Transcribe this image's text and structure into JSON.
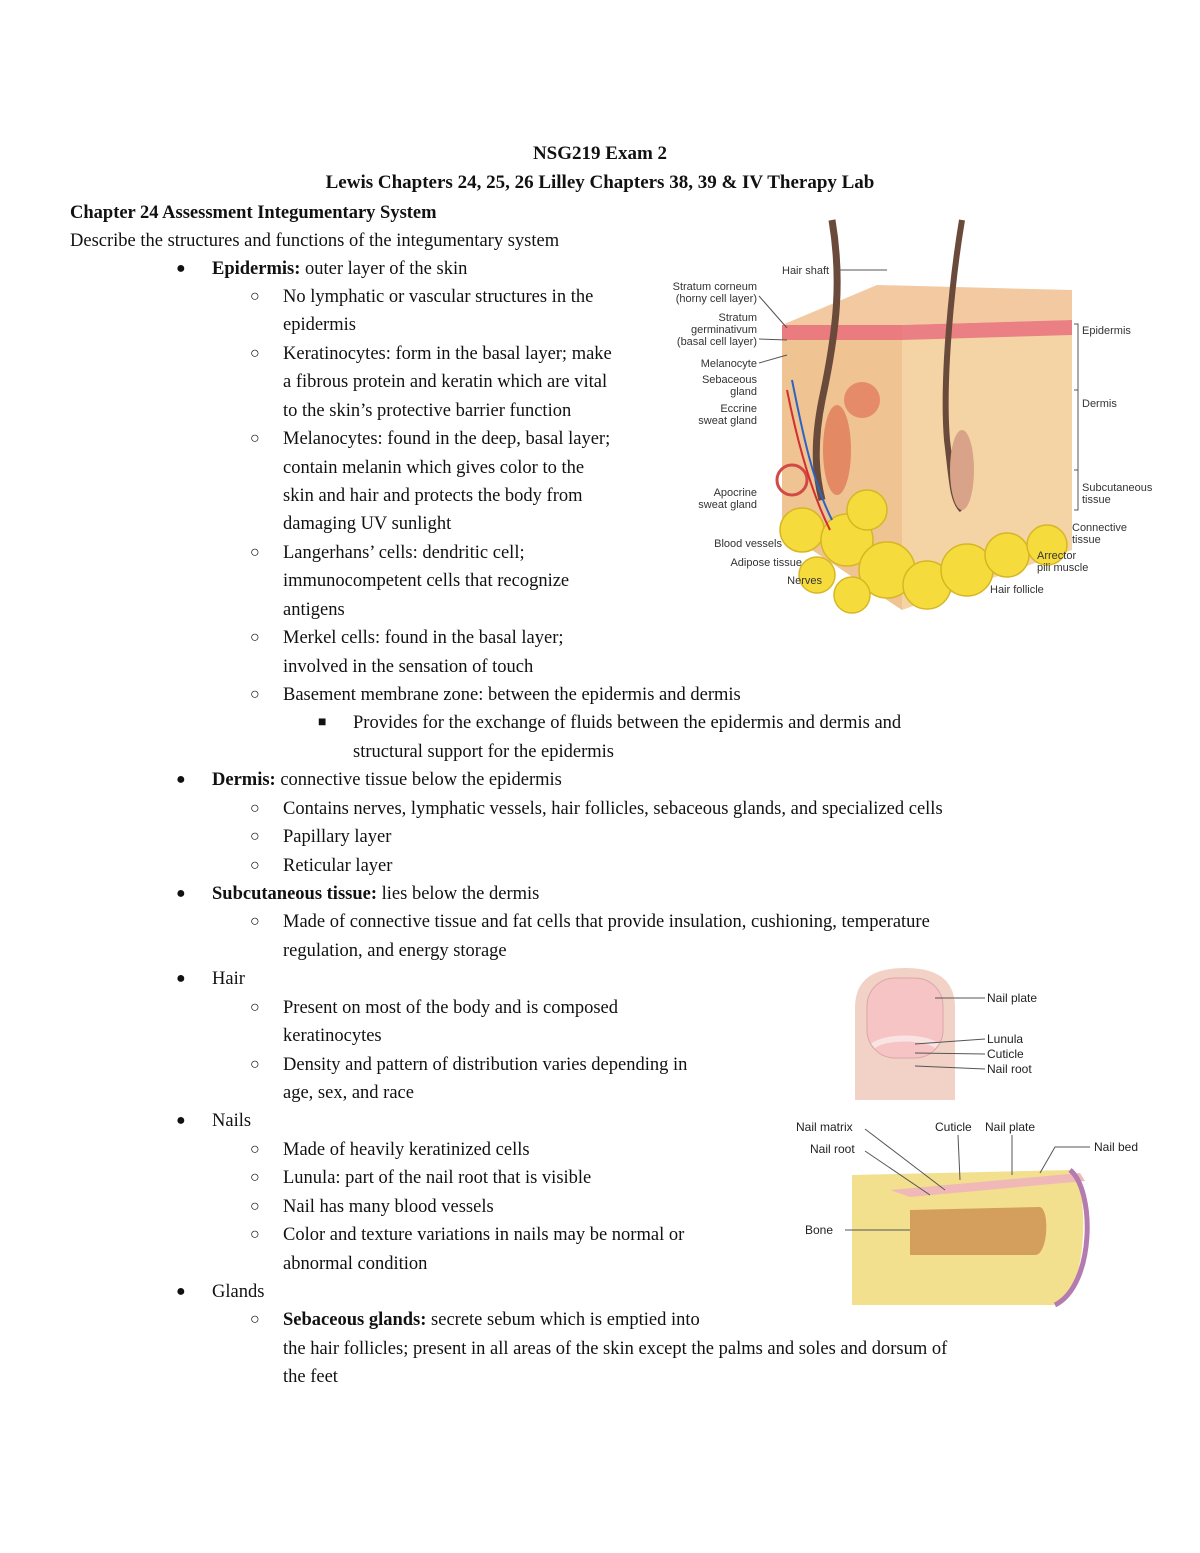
{
  "header": {
    "title": "NSG219 Exam 2",
    "subtitle": "Lewis Chapters 24, 25, 26 Lilley Chapters 38, 39 & IV Therapy Lab"
  },
  "section": {
    "heading": "Chapter 24 Assessment Integumentary System",
    "intro": "Describe the structures and functions of the integumentary system"
  },
  "bullets": {
    "level1": "●",
    "level2": "○",
    "level3": "■"
  },
  "epidermis": {
    "term": "Epidermis:",
    "desc": " outer layer of the skin",
    "items": [
      [
        "No lymphatic or vascular structures in the",
        "epidermis"
      ],
      [
        "Keratinocytes: form in the basal layer; make",
        "a fibrous protein and keratin which are vital",
        "to the skin’s protective barrier function"
      ],
      [
        "Melanocytes: found in the deep, basal layer;",
        "contain melanin which gives color to the",
        "skin and hair and protects the body from",
        "damaging UV sunlight"
      ],
      [
        "Langerhans’ cells: dendritic cell;",
        "immunocompetent cells that recognize",
        "antigens"
      ],
      [
        "Merkel cells: found in the basal layer;",
        "involved in the sensation of touch"
      ],
      [
        "Basement membrane zone: between the epidermis and dermis"
      ]
    ],
    "sub": [
      "Provides for the exchange of fluids between the epidermis and dermis and",
      "structural support for the epidermis"
    ]
  },
  "dermis": {
    "term": "Dermis:",
    "desc": " connective tissue below the epidermis",
    "items": [
      "Contains nerves, lymphatic vessels, hair follicles, sebaceous glands, and specialized cells",
      "Papillary layer",
      "Reticular layer"
    ]
  },
  "subcutaneous": {
    "term": "Subcutaneous tissue:",
    "desc": " lies below the dermis",
    "items": [
      [
        "Made of connective tissue and fat cells that provide insulation, cushioning, temperature",
        "regulation, and energy storage"
      ]
    ]
  },
  "hair": {
    "term": "Hair",
    "items": [
      [
        "Present on most of the body and is composed",
        "keratinocytes"
      ],
      [
        "Density and pattern of distribution varies depending in",
        "age, sex, and race"
      ]
    ]
  },
  "nails": {
    "term": "Nails",
    "items": [
      [
        "Made of heavily keratinized cells"
      ],
      [
        "Lunula: part of the nail root that is visible"
      ],
      [
        "Nail has many blood vessels"
      ],
      [
        "Color and texture variations in nails may be normal or",
        "abnormal condition"
      ]
    ]
  },
  "glands": {
    "term": "Glands",
    "items": [
      {
        "term": "Sebaceous glands:",
        "lines": [
          " secrete sebum which is emptied into",
          "the hair follicles; present in all areas of the skin except the palms and soles and dorsum of",
          "the feet"
        ]
      }
    ]
  },
  "skin_figure": {
    "left_labels": [
      "Stratum corneum",
      "(horny cell layer)",
      "Stratum",
      "germinativum",
      "(basal cell layer)",
      "Melanocyte",
      "Sebaceous",
      "gland",
      "Eccrine",
      "sweat gland",
      "Apocrine",
      "sweat gland",
      "Blood vessels",
      "Adipose tissue",
      "Nerves"
    ],
    "right_labels": [
      "Hair shaft",
      "Epidermis",
      "Dermis",
      "Subcutaneous",
      "tissue",
      "Connective",
      "tissue",
      "Arrector",
      "pili muscle",
      "Hair follicle"
    ]
  },
  "nail_figure_top": {
    "labels": [
      "Nail plate",
      "Lunula",
      "Cuticle",
      "Nail root"
    ]
  },
  "nail_figure_bottom": {
    "labels": [
      "Nail matrix",
      "Nail root",
      "Cuticle",
      "Nail plate",
      "Nail bed",
      "Bone"
    ]
  }
}
